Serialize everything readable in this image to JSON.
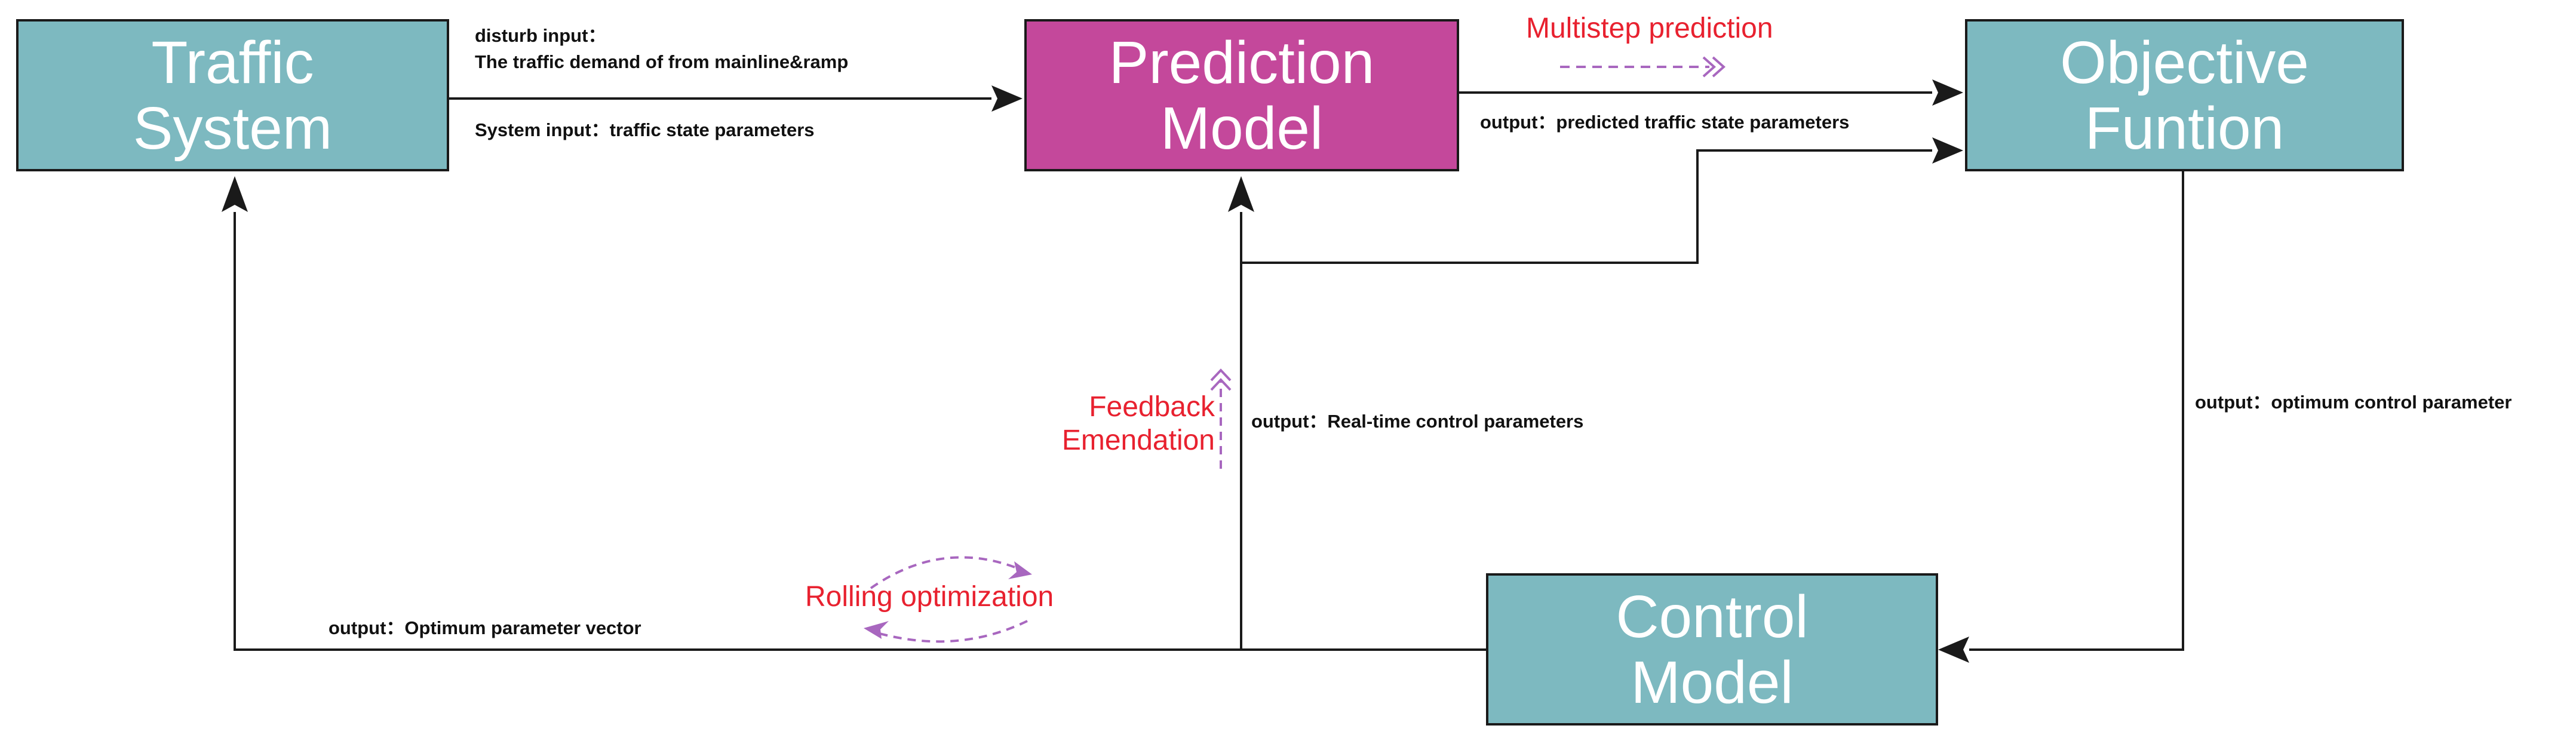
{
  "colors": {
    "teal": "#7db9c0",
    "magenta": "#c4489b",
    "annotation_red": "#e8212f",
    "dashed_purple": "#a867bf",
    "line": "#1a1a1a"
  },
  "nodes": {
    "traffic_system": "Traffic\nSystem",
    "prediction_model": "Prediction\nModel",
    "objective_function": "Objective\nFuntion",
    "control_model": "Control\nModel"
  },
  "edges": {
    "disturb_input": "disturb input：\nThe traffic demand of from mainline&ramp",
    "system_input": "System input：traffic state parameters",
    "predicted_output": "output：predicted traffic state parameters",
    "realtime_output": "output：Real-time control parameters",
    "optimum_control_output": "output：optimum control parameter",
    "optimum_vector_output": "output：Optimum parameter vector"
  },
  "annotations": {
    "multistep": "Multistep prediction",
    "feedback": "Feedback\nEmendation",
    "rolling": "Rolling optimization"
  },
  "icons": [
    "arrow-head-icon",
    "dashed-arrow-icon",
    "double-chevron-icon"
  ]
}
